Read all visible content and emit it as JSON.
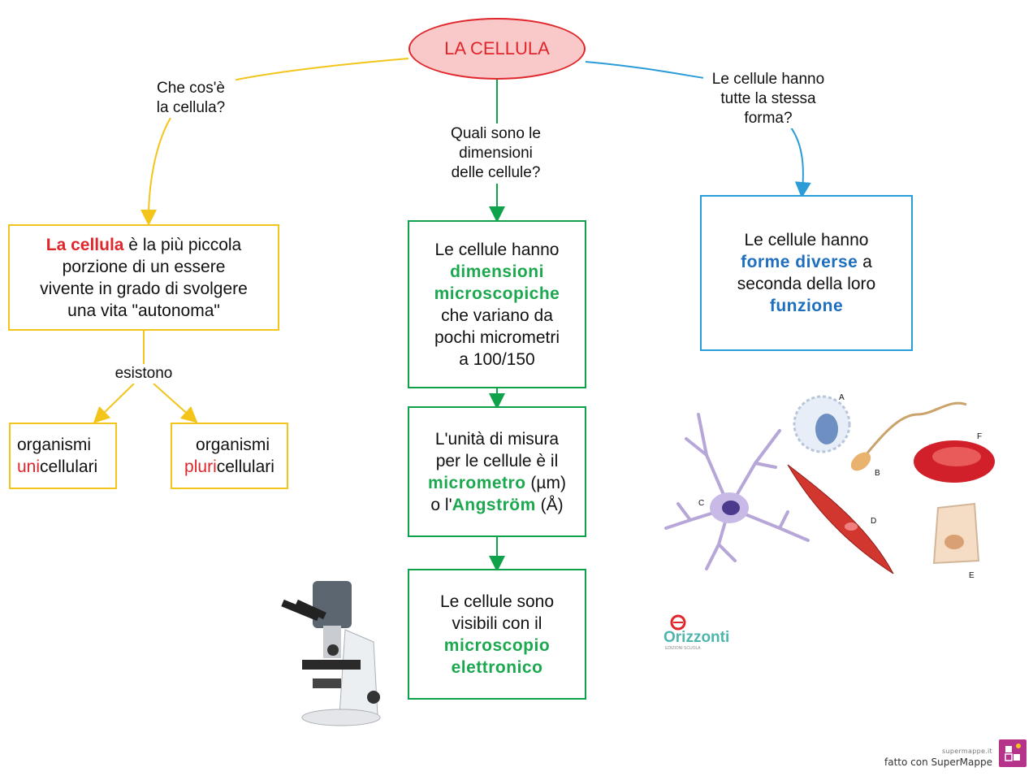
{
  "root": {
    "label": "LA CELLULA"
  },
  "edges": {
    "left": [
      "Che cos'è",
      "la cellula?"
    ],
    "middle": [
      "Quali sono le",
      "dimensioni",
      "delle cellule?"
    ],
    "right": [
      "Le cellule hanno",
      "tutte la stessa",
      "forma?"
    ],
    "esistono": "esistono"
  },
  "definition": {
    "highlight": "La cellula",
    "line1": " è la più piccola",
    "line2": "porzione di un essere",
    "line3": "vivente in grado di svolgere",
    "line4": "una vita \"autonoma\""
  },
  "unicellular": {
    "line1": "organismi",
    "prefix": "uni",
    "suffix": "cellulari"
  },
  "pluricellular": {
    "line1": "organismi",
    "prefix": "pluri",
    "suffix": "cellulari"
  },
  "dimensions": {
    "line1": "Le cellule hanno",
    "hl1": "dimensioni",
    "hl2": "microscopiche",
    "line2": "che variano da",
    "line3": "pochi micrometri",
    "line4": "a 100/150"
  },
  "unit": {
    "line1": "L'unità di misura",
    "line2": "per le cellule è il",
    "hl1": "micrometro",
    "paren1": " (µm)",
    "prefix": "o l'",
    "hl2": "Angströ̈m",
    "paren2": " (Å)"
  },
  "visible": {
    "line1": "Le cellule sono",
    "line2": "visibili con il",
    "hl1": "microscopio",
    "hl2": "elettronico"
  },
  "shapes": {
    "line1": "Le cellule hanno",
    "hl1": "forme diverse",
    "tail1": " a",
    "line2": "seconda della loro",
    "hl2": "funzione"
  },
  "cell_labels": [
    "A",
    "B",
    "C",
    "D",
    "E",
    "F"
  ],
  "logo": {
    "name": "Orizzonti",
    "sub": "EDIZIONI SCUOLA"
  },
  "footer": {
    "site": "supermappe.it",
    "made_with": "fatto con SuperMappe"
  },
  "colors": {
    "yellow": "#f3c41a",
    "green": "#0ea34a",
    "blue": "#2a9cd8",
    "red": "#e0262b"
  }
}
